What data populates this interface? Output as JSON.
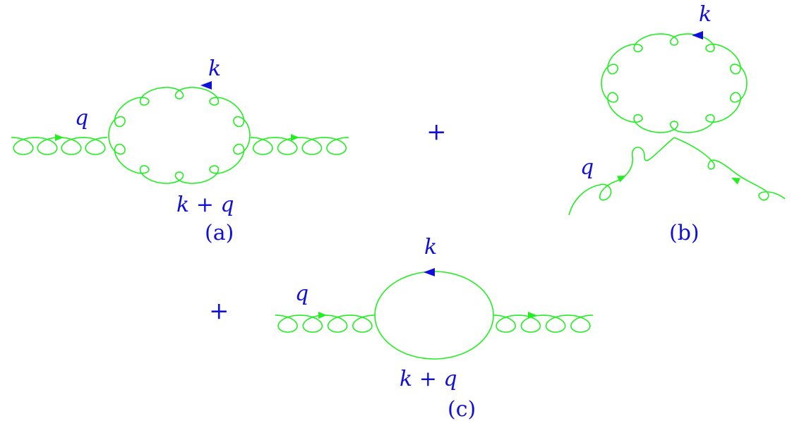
{
  "colors": {
    "line": "#22ee22",
    "text": "#1010d8",
    "background": "#ffffff"
  },
  "labels": {
    "a": {
      "k": "k",
      "kq": "k + q",
      "q": "q",
      "caption": "(a)"
    },
    "b": {
      "k": "k",
      "q": "q",
      "caption": "(b)"
    },
    "c": {
      "k": "k",
      "kq": "k + q",
      "q": "q",
      "caption": "(c)"
    },
    "plus_ab": "+",
    "plus_c": "+"
  }
}
